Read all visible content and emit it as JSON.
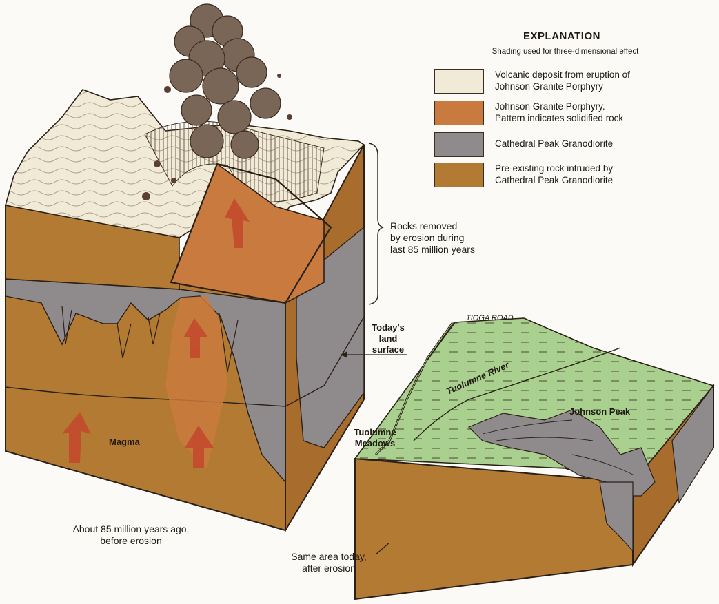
{
  "legend": {
    "title": "EXPLANATION",
    "subtitle": "Shading used for three-dimensional effect",
    "items": [
      {
        "label": "Volcanic deposit from eruption of\nJohnson Granite Porphyry",
        "color": "#f1ead6"
      },
      {
        "label": "Johnson Granite Porphyry.\n  Pattern indicates solidified rock",
        "color": "#c97a3e"
      },
      {
        "label": "Cathedral Peak Granodiorite",
        "color": "#8f8a8c"
      },
      {
        "label": "Pre-existing rock intruded by\n  Cathedral Peak Granodiorite",
        "color": "#b27a32"
      }
    ]
  },
  "labels": {
    "removed": "Rocks removed\nby erosion during\nlast 85 million years",
    "land_surface": "Today's\nland\nsurface",
    "tioga": "TIOGA ROAD",
    "tuolumne_river": "Tuolumne River",
    "johnson_peak": "Johnson Peak",
    "meadows": "Tuolumne\nMeadows",
    "magma": "Magma",
    "left_caption": "About 85 million years ago,\nbefore erosion",
    "right_caption": "Same area today,\nafter erosion"
  },
  "colors": {
    "volcanic": "#f1ead6",
    "porphyry": "#c97a3e",
    "granodiorite": "#8f8a8c",
    "preexisting": "#b27a32",
    "meadow": "#a9d08e",
    "arrow": "#c24a2c"
  }
}
